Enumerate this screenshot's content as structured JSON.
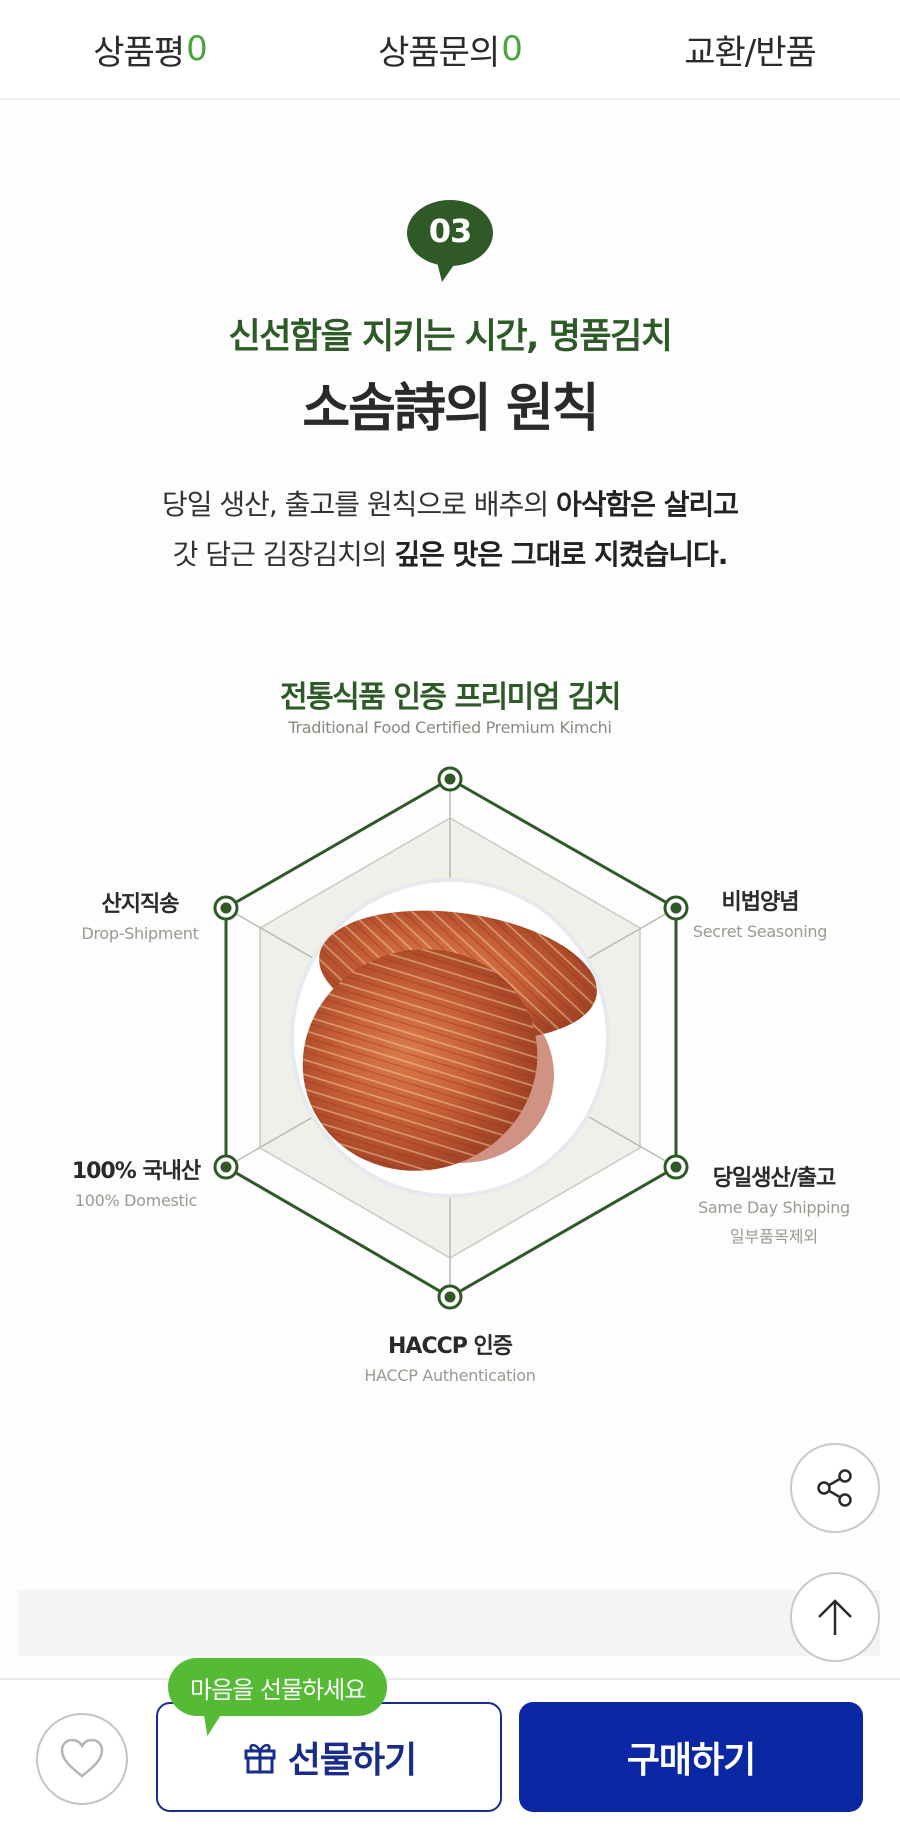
{
  "tabs": [
    {
      "label": "상품평",
      "count": "0"
    },
    {
      "label": "상품문의",
      "count": "0"
    },
    {
      "label": "교환/반품",
      "count": null
    }
  ],
  "section": {
    "badge": "03",
    "subtitle": "신선함을 지키는 시간, 명품김치",
    "title": "소솜詩의 원칙",
    "desc_line1_plain": "당일 생산, 출고를 원칙으로 배추의 ",
    "desc_line1_bold": "아삭함은 살리고",
    "desc_line2_plain": "갓 담근 김장김치의 ",
    "desc_line2_bold": "깊은 맛은 그대로 지켰습니다."
  },
  "chart": {
    "title": "전통식품 인증 프리미엄 김치",
    "subtitle": "Traditional Food Certified Premium Kimchi",
    "center_image": "kimchi-on-plate",
    "points": [
      {
        "position": "upper-left",
        "ko": "산지직송",
        "en": "Drop-Shipment"
      },
      {
        "position": "upper-right",
        "ko": "비법양념",
        "en": "Secret Seasoning"
      },
      {
        "position": "lower-left",
        "ko": "100% 국내산",
        "en": "100% Domestic"
      },
      {
        "position": "lower-right",
        "ko": "당일생산/출고",
        "en": "Same Day Shipping",
        "note": "일부품목제외"
      },
      {
        "position": "bottom",
        "ko": "HACCP 인증",
        "en": "HACCP Authentication"
      }
    ]
  },
  "floating": {
    "share_icon": "share-icon",
    "top_icon": "arrow-up-icon"
  },
  "bottom_bar": {
    "wish_icon": "heart-icon",
    "tooltip": "마음을 선물하세요",
    "gift_label": "선물하기",
    "gift_icon": "gift-icon",
    "buy_label": "구매하기"
  },
  "colors": {
    "green_dark": "#2d5a27",
    "green_count": "#4aa63c",
    "tooltip_green": "#55bb35",
    "navy": "#1a2c8a",
    "buy_blue": "#0b27a4"
  }
}
